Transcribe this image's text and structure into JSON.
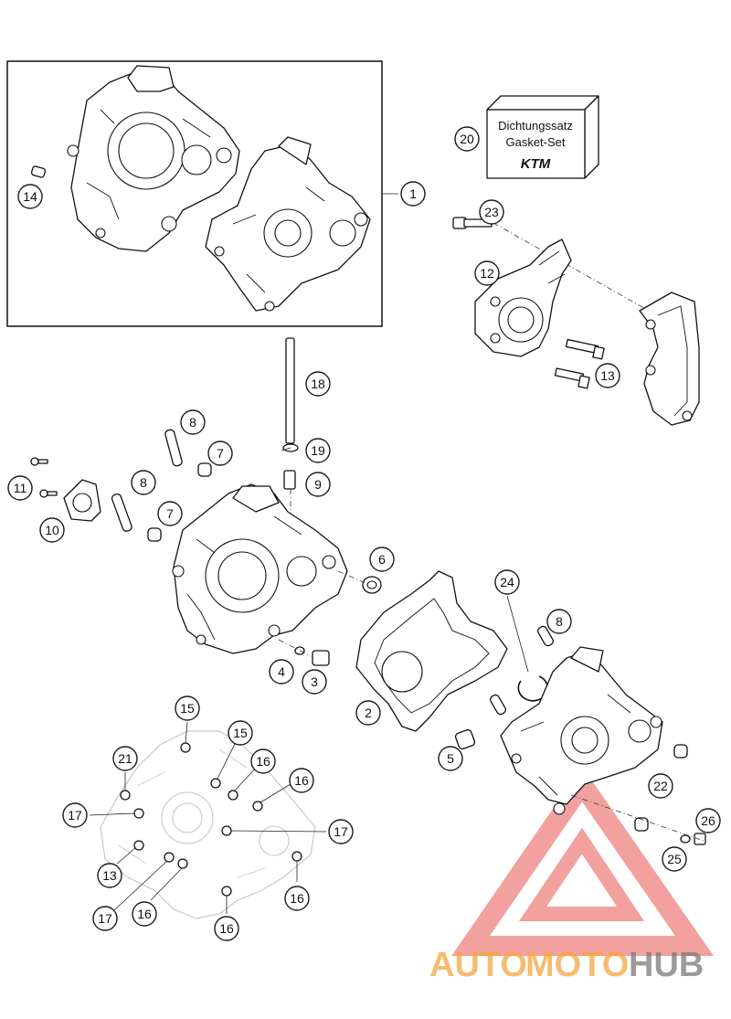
{
  "gasket_set": {
    "line1": "Dichtungssatz",
    "line2": "Gasket-Set",
    "logo": "KTM"
  },
  "callouts": {
    "c1": "1",
    "c2": "2",
    "c3": "3",
    "c4": "4",
    "c5": "5",
    "c6": "6",
    "c7a": "7",
    "c7b": "7",
    "c8a": "8",
    "c8b": "8",
    "c8c": "8",
    "c9": "9",
    "c10": "10",
    "c11": "11",
    "c12": "12",
    "c13a": "13",
    "c13b": "13",
    "c14": "14",
    "c15a": "15",
    "c15b": "15",
    "c16a": "16",
    "c16b": "16",
    "c16c": "16",
    "c16d": "16",
    "c16e": "16",
    "c17a": "17",
    "c17b": "17",
    "c17c": "17",
    "c18": "18",
    "c19": "19",
    "c20": "20",
    "c21": "21",
    "c22": "22",
    "c23": "23",
    "c24": "24",
    "c25": "25",
    "c26": "26"
  },
  "watermark": {
    "part1": "AUTO",
    "part2": "MOTO",
    "part3": "HUB",
    "color_orange": "#f4a640",
    "color_grey": "#7a7a7a",
    "color_red": "#e85a55"
  }
}
